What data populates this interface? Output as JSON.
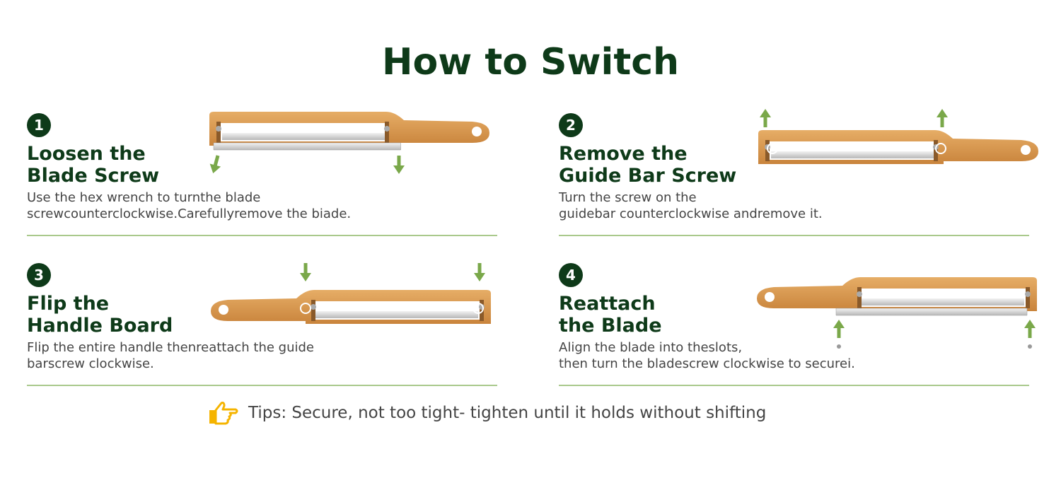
{
  "title": "How to Switch",
  "steps": [
    {
      "number": "1",
      "heading_line1": "Loosen the",
      "heading_line2": "Blade Screw",
      "desc_line1": "Use the hex wrench to turnthe blade",
      "desc_line2": "screwcounterclockwise.Carefullyremove the biade."
    },
    {
      "number": "2",
      "heading_line1": "Remove the",
      "heading_line2": "Guide Bar Screw",
      "desc_line1": "Turn the screw on the",
      "desc_line2": "guidebar counterclockwise andremove it."
    },
    {
      "number": "3",
      "heading_line1": "Flip the",
      "heading_line2": "Handle Board",
      "desc_line1": "Flip the entire handle thenreattach the guide",
      "desc_line2": "barscrew clockwise."
    },
    {
      "number": "4",
      "heading_line1": "Reattach",
      "heading_line2": "the Blade",
      "desc_line1": "Align the blade into theslots,",
      "desc_line2": "then turn the bladescrew clockwise to securei."
    }
  ],
  "tips": "Tips: Secure, not too tight- tighten until it holds without shifting",
  "colors": {
    "title": "#0e3a19",
    "arrow": "#7aa84a",
    "wood": "#d99a52",
    "rule": "#a9c98c",
    "hand": "#f5b400"
  }
}
